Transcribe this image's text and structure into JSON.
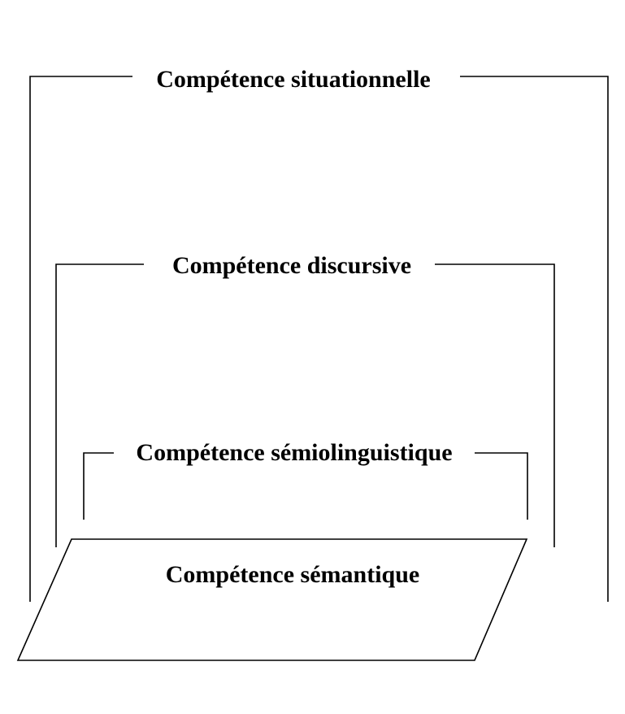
{
  "levels": {
    "situationnelle": "Compétence situationnelle",
    "discursive": "Compétence discursive",
    "semiolinguistique": "Compétence sémiolinguistique",
    "semantique": "Compétence sémantique"
  },
  "colors": {
    "stroke": "#000000",
    "background": "#ffffff"
  }
}
